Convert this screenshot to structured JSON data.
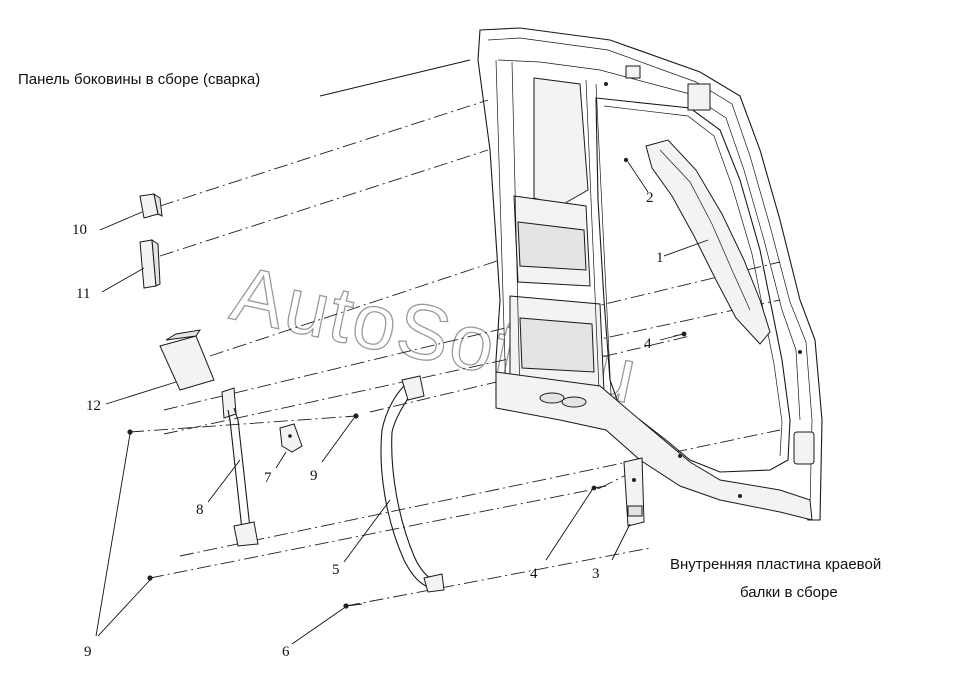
{
  "labels": {
    "side_panel": "Панель боковины в сборе (сварка)",
    "inner_plate_line1": "Внутренняя пластина краевой",
    "inner_plate_line2": "балки в сборе"
  },
  "watermark": "AutoSoft.ru",
  "callouts": [
    {
      "id": "c1",
      "text": "1"
    },
    {
      "id": "c2",
      "text": "2"
    },
    {
      "id": "c3",
      "text": "3"
    },
    {
      "id": "c4a",
      "text": "4"
    },
    {
      "id": "c4b",
      "text": "4"
    },
    {
      "id": "c5",
      "text": "5"
    },
    {
      "id": "c6",
      "text": "6"
    },
    {
      "id": "c7",
      "text": "7"
    },
    {
      "id": "c8",
      "text": "8"
    },
    {
      "id": "c9a",
      "text": "9"
    },
    {
      "id": "c9b",
      "text": "9"
    },
    {
      "id": "c10",
      "text": "10"
    },
    {
      "id": "c11",
      "text": "11"
    },
    {
      "id": "c12",
      "text": "12"
    }
  ]
}
